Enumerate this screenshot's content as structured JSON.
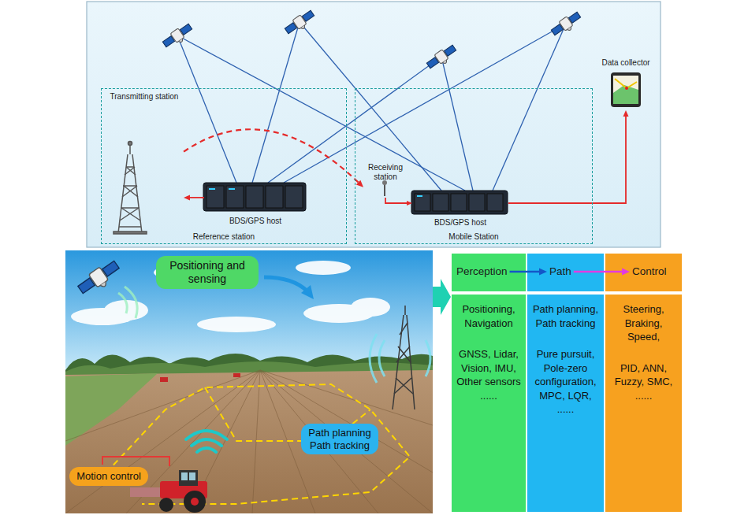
{
  "diagram": {
    "nodes": [
      {
        "text": [
          "Reference station"
        ]
      },
      {
        "text": [
          "Transmitting station"
        ],
        "in": 0
      },
      {
        "text": [
          "BDS/GPS host"
        ],
        "in": 0
      },
      {
        "text": [
          "Mobile Station"
        ]
      },
      {
        "text": [
          "Receiving station"
        ],
        "in": 3
      },
      {
        "text": [
          "BDS/GPS host"
        ],
        "in": 3
      },
      {
        "text": [
          "Data collector"
        ]
      },
      {
        "text": [
          "Positioning and sensing"
        ]
      },
      {
        "text": [
          "Path planning Path tracking"
        ]
      },
      {
        "text": [
          "Motion control"
        ]
      },
      {
        "text": [
          "Perception"
        ]
      },
      {
        "text": [
          "Path"
        ]
      },
      {
        "text": [
          "Control"
        ]
      },
      {
        "text": [
          "Positioning, Navigation",
          "GNSS, Lidar, Vision, IMU, Other sensors ......"
        ]
      },
      {
        "text": [
          "Path planning, Path tracking",
          "Pure pursuit, Pole-zero configuration, MPC, LQR, ......"
        ]
      },
      {
        "text": [
          "Steering, Braking, Speed,",
          "PID, ANN, Fuzzy, SMC, ......"
        ]
      }
    ],
    "edges": [
      {
        "from": 2,
        "to": 1,
        "arrow": "to"
      },
      {
        "from": 1,
        "to": 4,
        "arrow": "to"
      },
      {
        "from": 4,
        "to": 5,
        "arrow": "to"
      },
      {
        "from": 5,
        "to": 6,
        "arrow": "to"
      },
      {
        "from": 10,
        "to": 11,
        "arrow": "to"
      },
      {
        "from": 11,
        "to": 12,
        "arrow": "to"
      }
    ]
  }
}
